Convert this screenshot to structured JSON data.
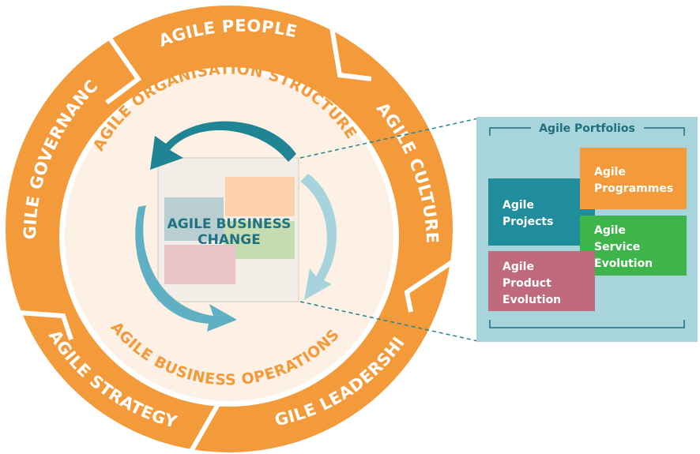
{
  "ring_labels": {
    "people": "AGILE PEOPLE",
    "culture": "AGILE CULTURE",
    "leadership": "AGILE LEADERSHIP",
    "strategy": "AGILE STRATEGY",
    "governance": "AGILE GOVERNANCE"
  },
  "inner_labels": {
    "structure": "AGILE ORGANISATION STRUCTURE",
    "operations": "AGILE BUSINESS OPERATIONS"
  },
  "center": {
    "line1": "AGILE BUSINESS",
    "line2": "CHANGE"
  },
  "portfolio_panel": {
    "title": "Agile Portfolios",
    "programmes": [
      "Agile",
      "Programmes"
    ],
    "projects": [
      "Agile",
      "Projects"
    ],
    "service": [
      "Agile",
      "Service",
      "Evolution"
    ],
    "product": [
      "Agile",
      "Product",
      "Evolution"
    ]
  },
  "colors": {
    "ring_orange": "#f39a3a",
    "inner_fill": "#fdf0e4",
    "teal_dark": "#1f8494",
    "teal_mid": "#5fb0c2",
    "teal_light": "#a7d3dc",
    "panel_bg": "#a8d4dc",
    "programmes_orange": "#f39a3a",
    "projects_teal": "#1f8d9b",
    "service_green": "#3db54a",
    "product_rose": "#c06b7d"
  }
}
